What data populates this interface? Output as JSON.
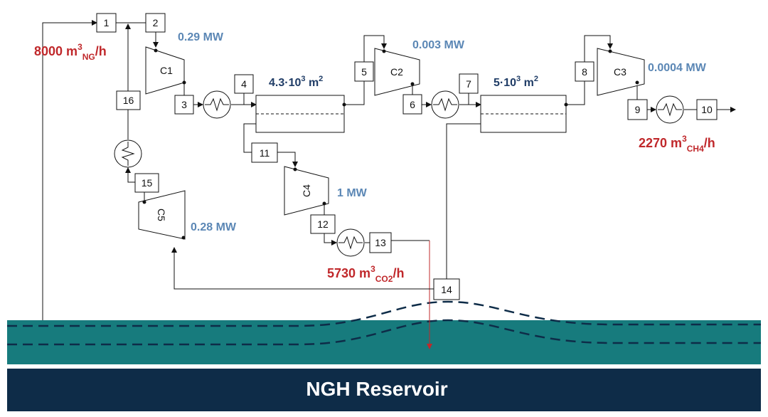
{
  "streams": [
    "1",
    "2",
    "3",
    "4",
    "5",
    "6",
    "7",
    "8",
    "9",
    "10",
    "11",
    "12",
    "13",
    "14",
    "15",
    "16"
  ],
  "compressors": {
    "c1": "C1",
    "c2": "C2",
    "c3": "C3",
    "c4": "C4",
    "c5": "C5"
  },
  "power": {
    "c1": "0.29 MW",
    "c2": "0.003 MW",
    "c3": "0.0004 MW",
    "c4": "1 MW",
    "c5": "0.28 MW"
  },
  "membranes": {
    "m1": {
      "base": "4.3·10",
      "exp": "3",
      "unit": " m",
      "unit_exp": "2"
    },
    "m2": {
      "base": "5·10",
      "exp": "3",
      "unit": " m",
      "unit_exp": "2"
    }
  },
  "flows": {
    "ng": {
      "value": "8000 m",
      "sup": "3",
      "sub": "NG",
      "tail": "/h"
    },
    "ch4": {
      "value": "2270 m",
      "sup": "3",
      "sub": "CH4",
      "tail": "/h"
    },
    "co2": {
      "value": "5730 m",
      "sup": "3",
      "sub": "CO2",
      "tail": "/h"
    }
  },
  "reservoir": {
    "label": "NGH Reservoir"
  },
  "colors": {
    "water": "#177b7d",
    "reservoir": "#0e2c48",
    "power": "#5b87b5",
    "area": "#1f3c66",
    "flow": "#c0282b"
  }
}
